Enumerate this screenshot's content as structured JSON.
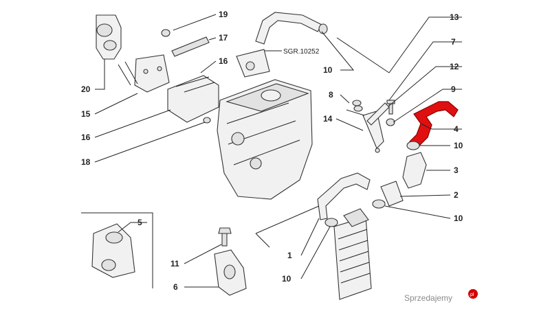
{
  "callouts": [
    {
      "id": "c19",
      "text": "19"
    },
    {
      "id": "c17",
      "text": "17"
    },
    {
      "id": "c16a",
      "text": "16"
    },
    {
      "id": "c20",
      "text": "20"
    },
    {
      "id": "c15",
      "text": "15"
    },
    {
      "id": "c16b",
      "text": "16"
    },
    {
      "id": "c18",
      "text": "18"
    },
    {
      "id": "c13",
      "text": "13"
    },
    {
      "id": "c7",
      "text": "7"
    },
    {
      "id": "c12",
      "text": "12"
    },
    {
      "id": "c9",
      "text": "9"
    },
    {
      "id": "c8",
      "text": "8"
    },
    {
      "id": "c14",
      "text": "14"
    },
    {
      "id": "c4",
      "text": "4"
    },
    {
      "id": "c10a",
      "text": "10"
    },
    {
      "id": "c10b",
      "text": "10"
    },
    {
      "id": "c3",
      "text": "3"
    },
    {
      "id": "c2",
      "text": "2"
    },
    {
      "id": "c10c",
      "text": "10"
    },
    {
      "id": "c5",
      "text": "5"
    },
    {
      "id": "c11",
      "text": "11"
    },
    {
      "id": "c1",
      "text": "1"
    },
    {
      "id": "c6",
      "text": "6"
    },
    {
      "id": "c10d",
      "text": "10"
    }
  ],
  "reference": "SGR.10252",
  "watermark": {
    "text": "Sprzedajemy",
    "dot": ".pl"
  },
  "colors": {
    "highlight": "#e01010",
    "line": "#222222"
  }
}
